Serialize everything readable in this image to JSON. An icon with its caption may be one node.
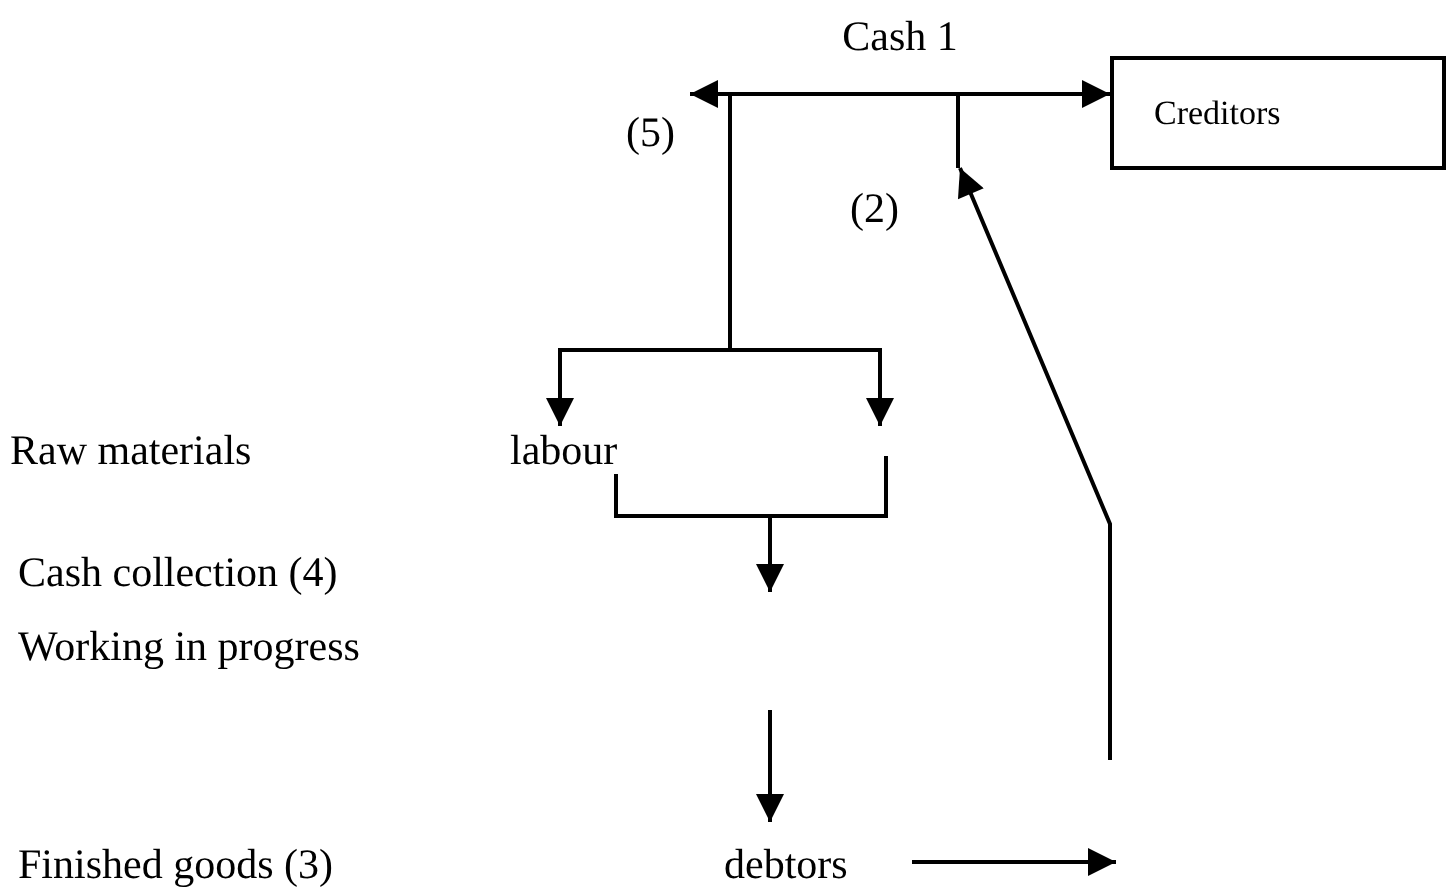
{
  "diagram": {
    "nodes": [
      {
        "text": [
          "Cash 1"
        ]
      },
      {
        "text": [
          "(5)"
        ]
      },
      {
        "text": [
          "Creditors"
        ]
      },
      {
        "text": [
          "labour"
        ]
      },
      {
        "text": [
          "debtors"
        ]
      },
      {
        "text": [],
        "shape": "bar"
      }
    ],
    "edges": [
      {
        "from": 0,
        "to": 1,
        "arrow": "to"
      },
      {
        "from": 0,
        "to": 2,
        "arrow": "to"
      },
      {
        "from": 0,
        "to": 3,
        "arrow": "to"
      },
      {
        "from": 0,
        "to": null,
        "arrow": "to"
      },
      {
        "from": 3,
        "to": null,
        "arrow": "to"
      },
      {
        "from": null,
        "to": 4,
        "arrow": "to"
      },
      {
        "from": 4,
        "to": null,
        "arrow": "to"
      },
      {
        "from": null,
        "to": 5,
        "arrow": "to"
      }
    ],
    "labels": [
      "(2)",
      "Raw materials",
      "Cash collection (4)",
      "Working in progress",
      "Finished goods (3)"
    ]
  }
}
